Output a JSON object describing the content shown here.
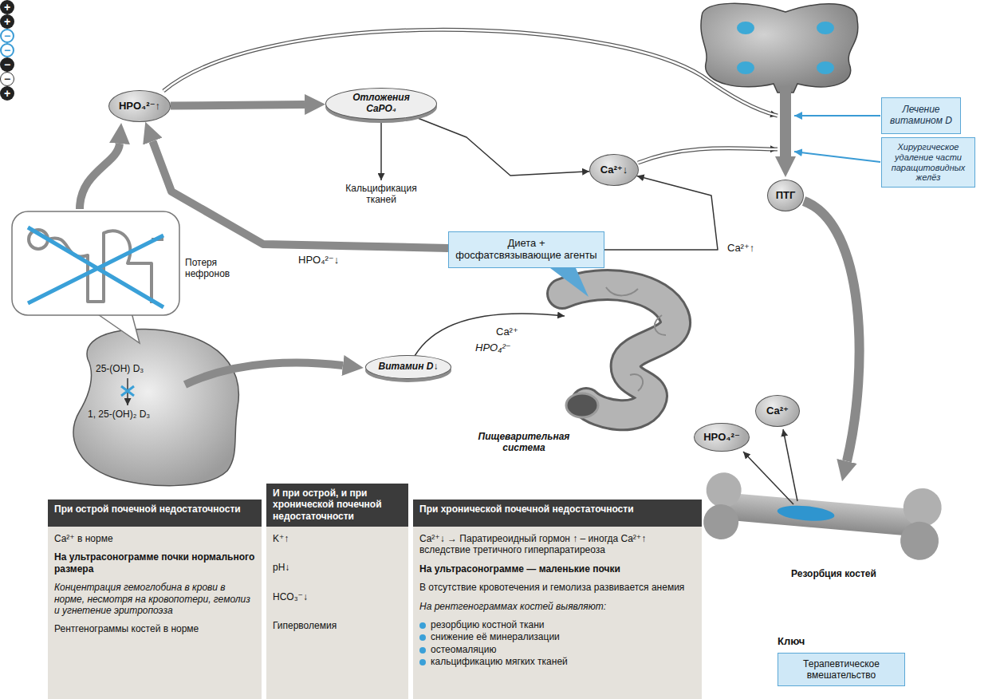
{
  "diagram": {
    "nodes": [
      {
        "text": [
          "HPO₄²⁻↑"
        ]
      },
      {
        "text": [
          "Отложения CaPO₄"
        ]
      },
      {
        "text": [
          "Ca²⁺↓"
        ]
      },
      {
        "text": [
          "ПТГ"
        ]
      },
      {
        "text": [
          "Лечение витамином D"
        ]
      },
      {
        "text": [
          "Хирургическое удаление части паращитовидных желёз"
        ]
      },
      {
        "text": [
          "Диета + фосфатсвязывающие агенты"
        ]
      },
      {
        "text": [
          "Витамин D↓"
        ]
      },
      {
        "text": [
          "HPO₄²⁻"
        ]
      },
      {
        "text": [
          "Ca²⁺"
        ]
      }
    ],
    "edges": [
      {
        "from": 0,
        "to": 1,
        "arrow": "to"
      },
      {
        "from": 1,
        "to": 2,
        "arrow": "to"
      },
      {
        "from": 6,
        "to": 0,
        "arrow": "to",
        "label": "HPO₄²⁻↓"
      },
      {
        "from": 6,
        "to": 2,
        "arrow": "to",
        "label": "Ca²⁺↑"
      }
    ],
    "labels": [
      "Кальцификация тканей",
      "Потеря нефронов",
      "25-(OH) D₃",
      "1, 25-(OH)₂ D₃",
      "Ca²⁺",
      "HPO₄²⁻",
      "Пищеварительная система",
      "Резорбция костей",
      "+",
      "+",
      "−",
      "−",
      "−",
      "−",
      "+",
      "При острой почечной недостаточности",
      "Ca²⁺ в норме",
      "На ультрасонограмме почки нормального размера",
      "Концентрация гемоглобина в крови в норме, несмотря на кровопотери, гемолиз и угнетение эритропоэза",
      "Рентгенограммы костей в норме",
      "И при острой, и при хронической почечной недостаточности",
      "K⁺↑",
      "pH↓",
      "HCO₃⁻↓",
      "Гиперволемия",
      "При хронической почечной недостаточности",
      "Ca²⁺↓ → Паратиреоидный гормон ↑ – иногда Ca²⁺↑ вследствие третичного гиперпаратиреоза",
      "На ультрасонограмме — маленькие почки",
      "В отсутствие кровотечения и гемолиза развивается анемия",
      "На рентгенограммах костей выявляют:",
      "резорбцию костной ткани",
      "снижение её минерализации",
      "остеомаляцию",
      "кальцификацию мягких тканей",
      "Ключ"
    ],
    "legend": [
      {
        "text": "Терапевтическое вмешательство",
        "color": "#cfe8f7"
      }
    ]
  }
}
